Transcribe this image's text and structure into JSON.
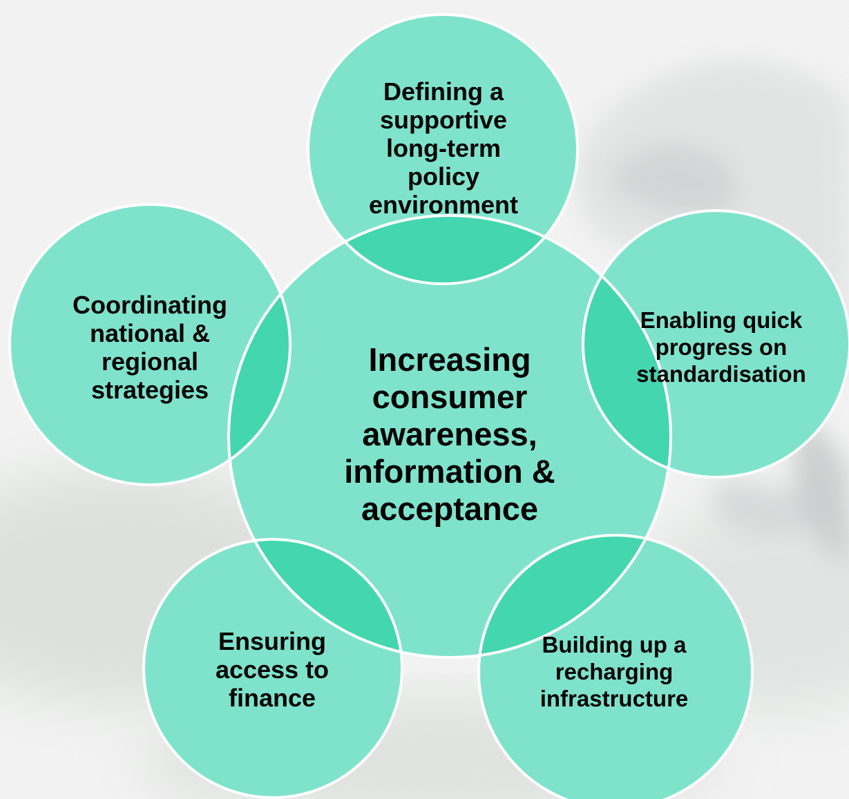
{
  "diagram": {
    "center": {
      "text": "Increasing\nconsumer\nawareness,\ninformation &\nacceptance"
    },
    "nodes": [
      {
        "id": "top",
        "text": "Defining a\nsupportive\nlong-term\npolicy\nenvironment"
      },
      {
        "id": "right",
        "text": "Enabling quick\nprogress on\nstandardisation"
      },
      {
        "id": "bottom-right",
        "text": "Building up a\nrecharging\ninfrastructure"
      },
      {
        "id": "bottom-left",
        "text": "Ensuring\naccess to\nfinance"
      },
      {
        "id": "left",
        "text": "Coordinating\nnational &\nregional\nstrategies"
      }
    ]
  },
  "colors": {
    "circle_fill": "#7fe3cc",
    "overlap_fill": "#44d6af",
    "circle_stroke": "#ffffff",
    "background": "#f3f4f3"
  },
  "background_image": "blurred-photo-hand-plugging-charger"
}
